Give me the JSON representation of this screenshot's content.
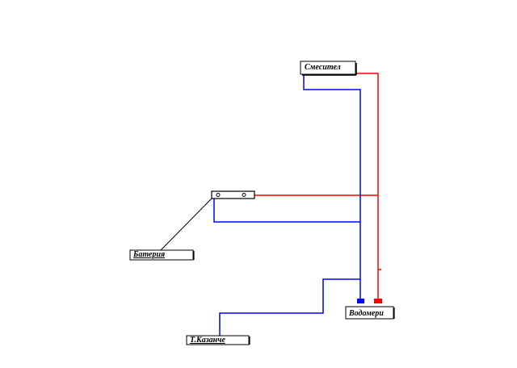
{
  "labels": {
    "mixer": "Смесител",
    "battery": "Батерия",
    "tank": "Т.Казанче",
    "meters": "Водомери"
  },
  "colors": {
    "cold_pipe": "#0000ff",
    "hot_pipe": "#ff0000",
    "outline": "#000000",
    "background": "#ffffff"
  }
}
